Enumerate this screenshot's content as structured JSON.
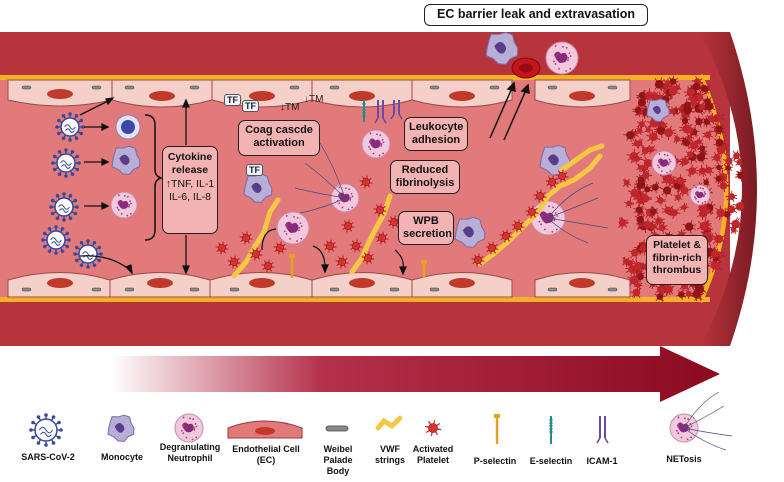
{
  "title_box": "EC barrier leak and extravasation",
  "boxes": {
    "cytokine_title": "Cytokine release",
    "cytokine_line1": "↑TNF,  IL-1",
    "cytokine_line2": "IL-6, IL-8",
    "coag": "Coag cascde activation",
    "leukocyte": "Leukocyte adhesion",
    "reduced": "Reduced fibrinolysis",
    "wpb": "WPB secretion",
    "thrombus": "Platelet & fibrin-rich thrombus"
  },
  "small": {
    "tf": "TF",
    "tm": "↓TM"
  },
  "legend": [
    {
      "id": "sars",
      "label": "SARS-CoV-2"
    },
    {
      "id": "monocyte",
      "label": "Monocyte"
    },
    {
      "id": "neutrophil",
      "label": "Degranulating Neutrophil"
    },
    {
      "id": "ec",
      "label": "Endothelial Cell (EC)"
    },
    {
      "id": "weibel",
      "label": "Weibel Palade Body"
    },
    {
      "id": "vwf",
      "label": "VWF strings"
    },
    {
      "id": "platelet",
      "label": "Activated Platelet"
    },
    {
      "id": "pselectin",
      "label": "P-selectin"
    },
    {
      "id": "eselectin",
      "label": "E-selectin"
    },
    {
      "id": "icam",
      "label": "ICAM-1"
    },
    {
      "id": "netosis",
      "label": "NETosis"
    }
  ],
  "colors": {
    "vessel_wall": "#b8343c",
    "lumen": "#e2797a",
    "endothelium": "#f5d0c8",
    "border_yellow": "#f4b123",
    "arrow_dark": "#8b0a20",
    "platelet": "#c0262b",
    "vwf": "#f5c842"
  }
}
